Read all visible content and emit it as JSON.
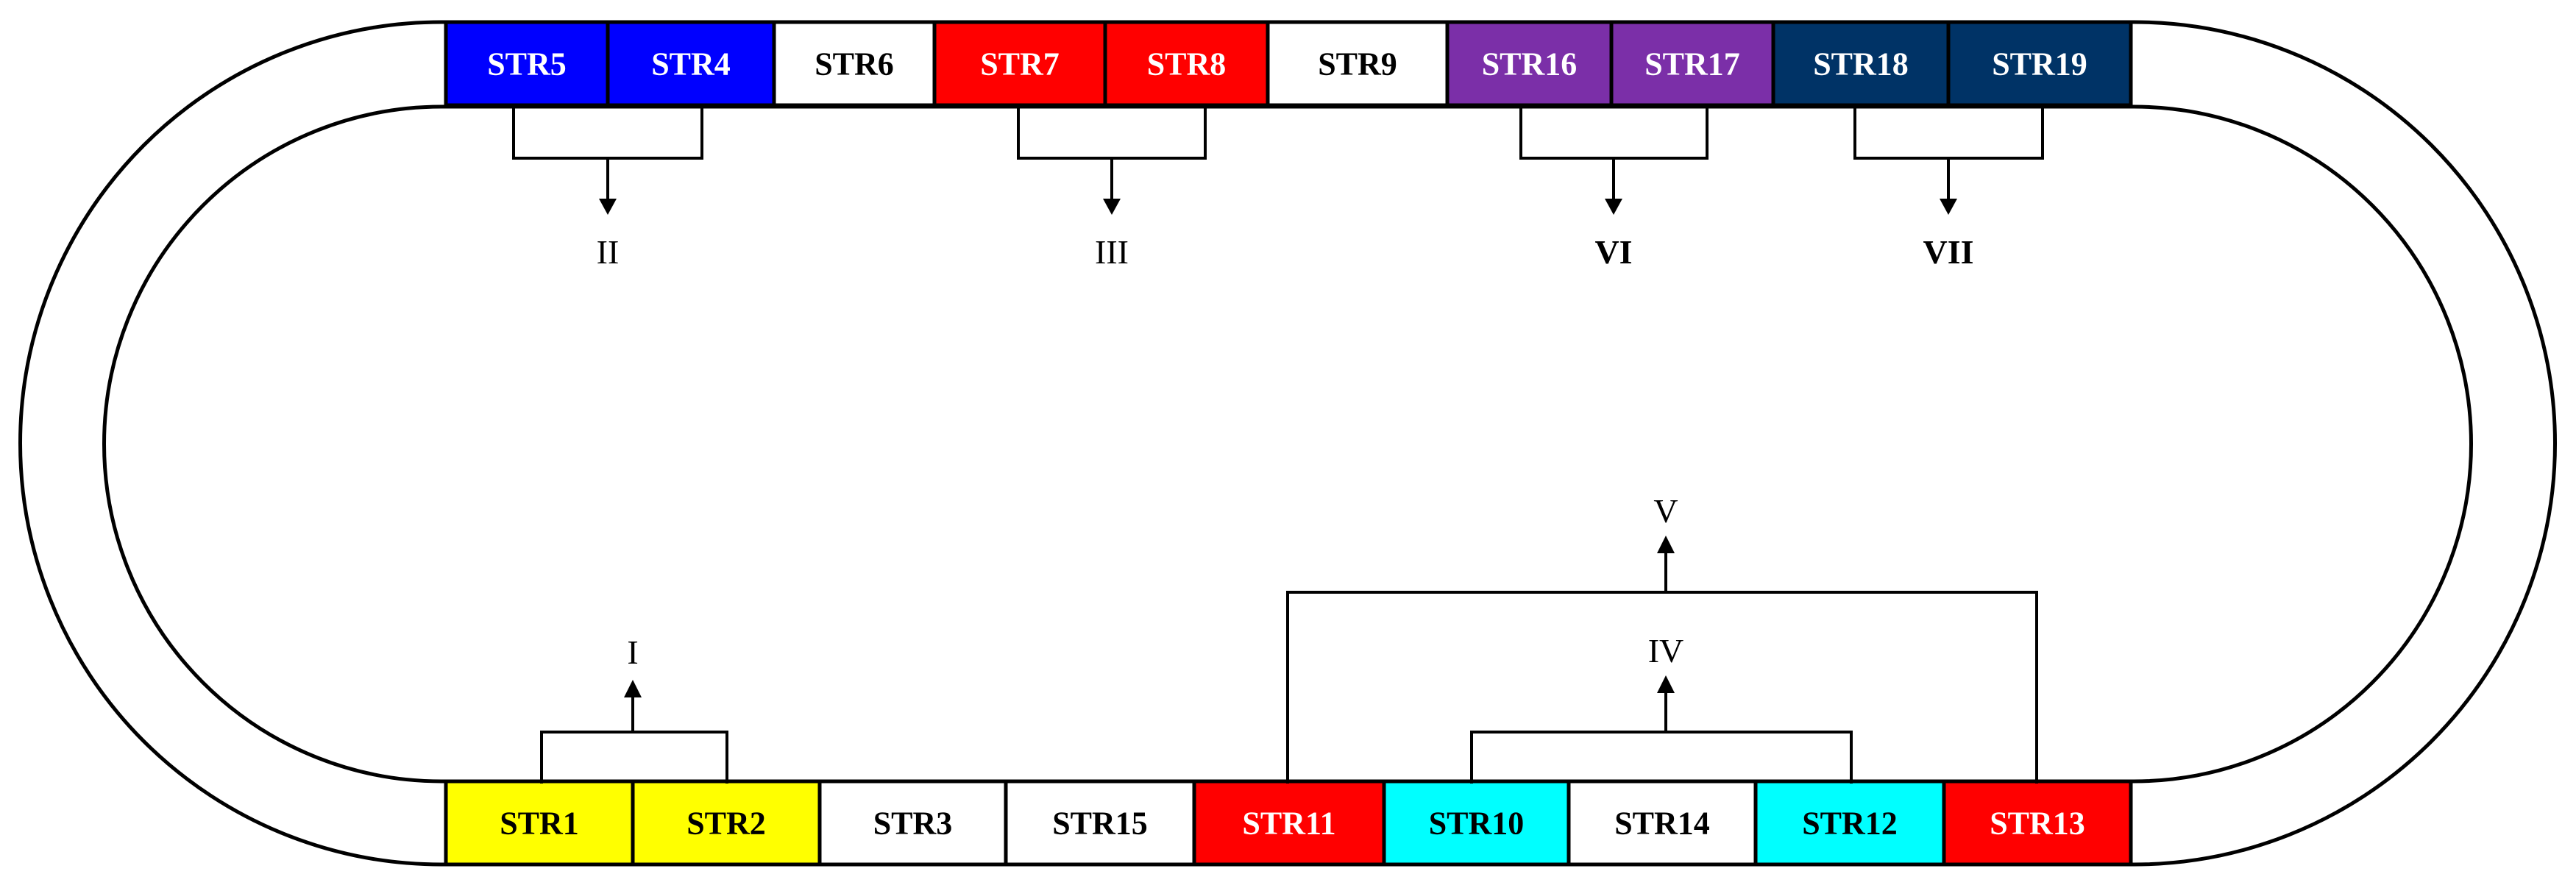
{
  "colors": {
    "blue": "#0000ff",
    "red": "#ff0000",
    "purple": "#7b2fa8",
    "navy": "#003366",
    "yellow": "#ffff00",
    "cyan": "#00ffff",
    "white": "#ffffff"
  },
  "top_row": [
    {
      "label": "STR5",
      "color": "blue"
    },
    {
      "label": "STR4",
      "color": "blue"
    },
    {
      "label": "STR6",
      "color": "white"
    },
    {
      "label": "STR7",
      "color": "red"
    },
    {
      "label": "STR8",
      "color": "red"
    },
    {
      "label": "STR9",
      "color": "white"
    },
    {
      "label": "STR16",
      "color": "purple"
    },
    {
      "label": "STR17",
      "color": "purple"
    },
    {
      "label": "STR18",
      "color": "navy"
    },
    {
      "label": "STR19",
      "color": "navy"
    }
  ],
  "bottom_row": [
    {
      "label": "STR1",
      "color": "yellow"
    },
    {
      "label": "STR2",
      "color": "yellow"
    },
    {
      "label": "STR3",
      "color": "white"
    },
    {
      "label": "STR15",
      "color": "white"
    },
    {
      "label": "STR11",
      "color": "red"
    },
    {
      "label": "STR10",
      "color": "cyan"
    },
    {
      "label": "STR14",
      "color": "white"
    },
    {
      "label": "STR12",
      "color": "cyan"
    },
    {
      "label": "STR13",
      "color": "red"
    }
  ],
  "groups": [
    {
      "label": "I",
      "bold": false
    },
    {
      "label": "II",
      "bold": false
    },
    {
      "label": "III",
      "bold": false
    },
    {
      "label": "IV",
      "bold": false
    },
    {
      "label": "V",
      "bold": false
    },
    {
      "label": "VI",
      "bold": true
    },
    {
      "label": "VII",
      "bold": true
    }
  ]
}
